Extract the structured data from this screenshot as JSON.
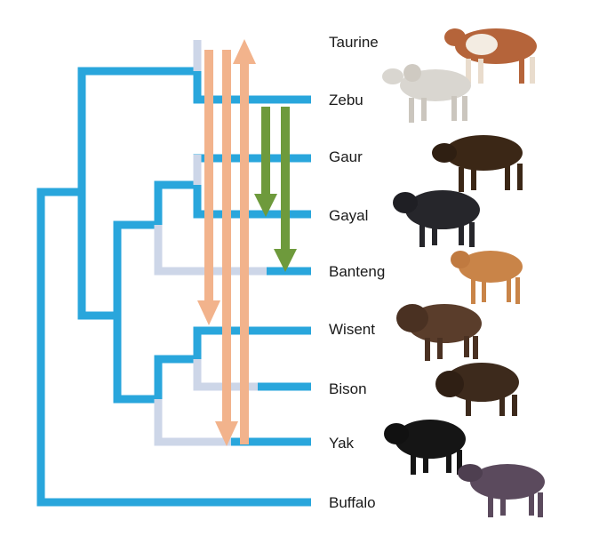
{
  "taxa": [
    {
      "label": "Taurine",
      "icon": "taurine-cattle-photo",
      "coat": "#b5643a"
    },
    {
      "label": "Zebu",
      "icon": "zebu-cattle-photo",
      "coat": "#d9d6d0"
    },
    {
      "label": "Gaur",
      "icon": "gaur-photo",
      "coat": "#3b2716"
    },
    {
      "label": "Gayal",
      "icon": "gayal-photo",
      "coat": "#26262b"
    },
    {
      "label": "Banteng",
      "icon": "banteng-photo",
      "coat": "#c98448"
    },
    {
      "label": "Wisent",
      "icon": "wisent-photo",
      "coat": "#5a3d2b"
    },
    {
      "label": "Bison",
      "icon": "bison-photo",
      "coat": "#3d2a1c"
    },
    {
      "label": "Yak",
      "icon": "yak-photo",
      "coat": "#151515"
    },
    {
      "label": "Buffalo",
      "icon": "buffalo-photo",
      "coat": "#5b4a5d"
    }
  ],
  "colors": {
    "tree_branch": "#29a6dc",
    "tree_branch_faded": "#cfd8e8",
    "gene_flow_orange": "#f2b38c",
    "gene_flow_green": "#6e9a3c"
  },
  "gene_flow_arrows": [
    {
      "from": "Taurine",
      "to": "Wisent",
      "color": "orange"
    },
    {
      "from": "Taurine",
      "to": "Yak",
      "color": "orange"
    },
    {
      "from": "Yak",
      "to": "Taurine",
      "color": "orange"
    },
    {
      "from": "Zebu",
      "to": "Gayal",
      "color": "green"
    },
    {
      "from": "Zebu",
      "to": "Banteng",
      "color": "green"
    }
  ]
}
